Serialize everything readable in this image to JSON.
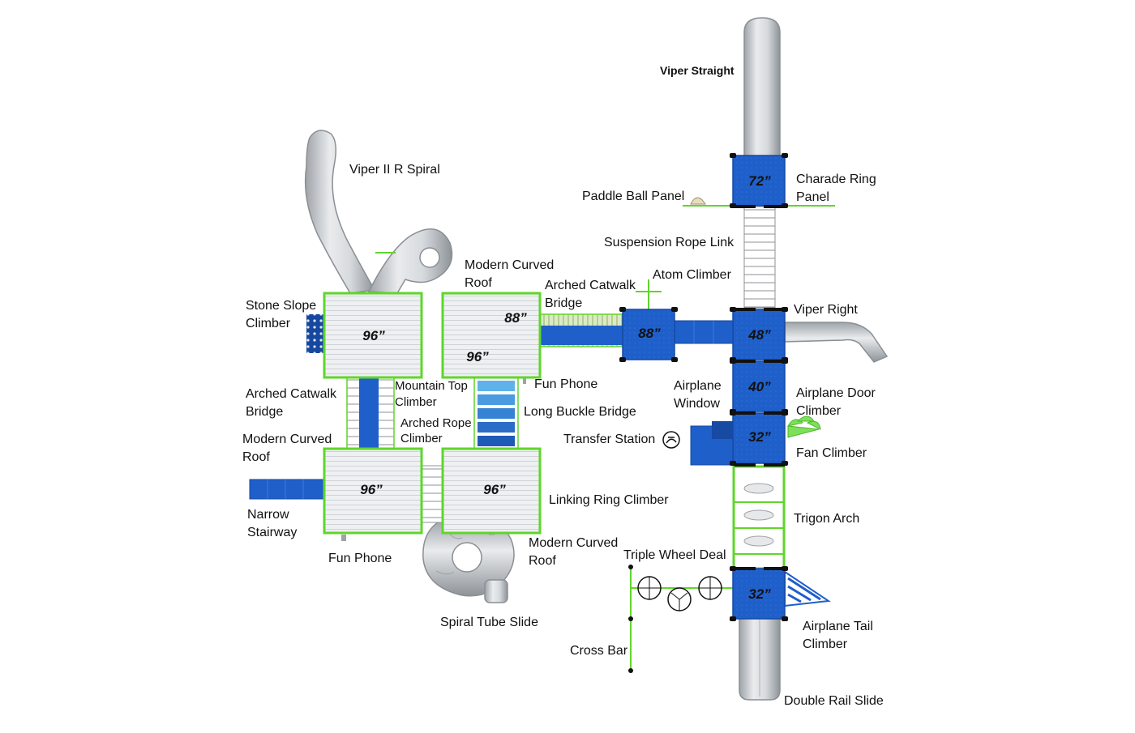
{
  "colors": {
    "deck_blue": "#1f5fc9",
    "deck_blue_dark": "#174aa3",
    "green": "#5fd62b",
    "roof_grey": "#eceef0",
    "slide_grey": "#c9ccd0",
    "text": "#111111"
  },
  "decks": {
    "roof_tl": "96”",
    "roof_tr_88": "88”",
    "roof_tr_96": "96”",
    "roof_bl": "96”",
    "roof_br": "96”",
    "deck_88": "88”",
    "deck_72": "72”",
    "deck_48": "48”",
    "deck_40": "40”",
    "deck_32a": "32”",
    "deck_32b": "32”"
  },
  "labels": {
    "viper_straight": "Viper Straight",
    "viper_ii_r_spiral": "Viper II R Spiral",
    "charade_ring_panel_1": "Charade Ring",
    "charade_ring_panel_2": "Panel",
    "paddle_ball_panel": "Paddle Ball Panel",
    "suspension_rope_link": "Suspension Rope Link",
    "modern_curved_roof_top_1": "Modern Curved",
    "modern_curved_roof_top_2": "Roof",
    "atom_climber": "Atom Climber",
    "arched_catwalk_bridge_top_1": "Arched Catwalk",
    "arched_catwalk_bridge_top_2": "Bridge",
    "stone_slope_climber_1": "Stone Slope",
    "stone_slope_climber_2": "Climber",
    "viper_right": "Viper Right",
    "fun_phone_top": "Fun Phone",
    "mountain_top_climber_1": "Mountain Top",
    "mountain_top_climber_2": "Climber",
    "airplane_window_1": "Airplane",
    "airplane_window_2": "Window",
    "airplane_door_climber_1": "Airplane Door",
    "airplane_door_climber_2": "Climber",
    "arched_catwalk_bridge_left_1": "Arched Catwalk",
    "arched_catwalk_bridge_left_2": "Bridge",
    "long_buckle_bridge": "Long Buckle Bridge",
    "arched_rope_climber_1": "Arched Rope",
    "arched_rope_climber_2": "Climber",
    "transfer_station": "Transfer Station",
    "modern_curved_roof_left_1": "Modern Curved",
    "modern_curved_roof_left_2": "Roof",
    "fan_climber": "Fan Climber",
    "linking_ring_climber": "Linking Ring Climber",
    "narrow_stairway_1": "Narrow",
    "narrow_stairway_2": "Stairway",
    "trigon_arch": "Trigon Arch",
    "modern_curved_roof_bottom_1": "Modern Curved",
    "modern_curved_roof_bottom_2": "Roof",
    "fun_phone_bottom": "Fun Phone",
    "triple_wheel_deal": "Triple Wheel Deal",
    "spiral_tube_slide": "Spiral Tube Slide",
    "airplane_tail_climber_1": "Airplane Tail",
    "airplane_tail_climber_2": "Climber",
    "cross_bar": "Cross Bar",
    "double_rail_slide": "Double Rail Slide"
  }
}
